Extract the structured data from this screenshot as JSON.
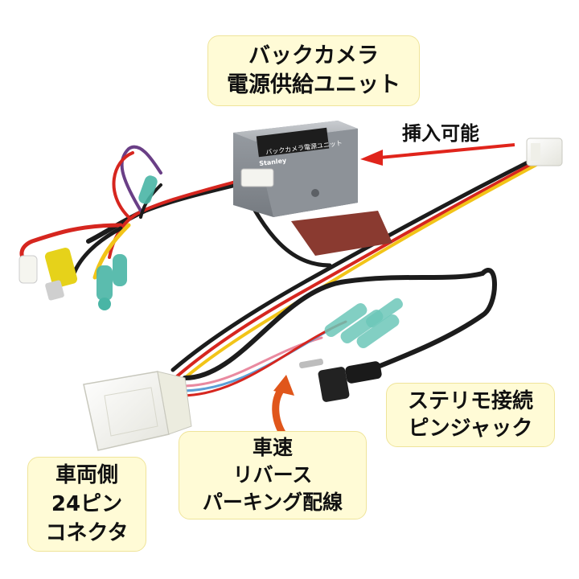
{
  "callouts": {
    "unit_title": {
      "line1": "バックカメラ",
      "line2": "電源供給ユニット"
    },
    "insert_label": "挿入可能",
    "stereo": {
      "line1": "ステリモ接続",
      "line2": "ピンジャック"
    },
    "speed": {
      "line1": "車速",
      "line2": "リバース",
      "line3": "パーキング配線"
    },
    "connector": {
      "line1": "車両側",
      "line2": "24ピン",
      "line3": "コネクタ"
    }
  },
  "unit_box": {
    "label": "バックカメラ電源ユニット",
    "brand": "Stanley"
  },
  "colors": {
    "callout_bg": "#fffbd6",
    "arrow_red": "#e0241b",
    "arrow_orange": "#e0561b",
    "wire_red": "#d6261f",
    "wire_yellow": "#f2c418",
    "wire_black": "#1c1c1c",
    "wire_purple": "#6a3f86",
    "wire_pink": "#e98aa0",
    "wire_blue": "#5d9fd6",
    "terminal_teal": "#49b5a5",
    "rca_yellow": "#e6d21a"
  }
}
